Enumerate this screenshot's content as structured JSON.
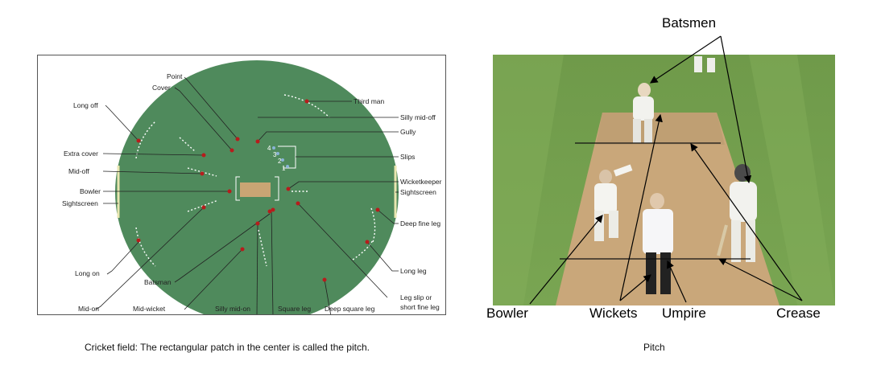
{
  "field_diagram": {
    "positions": {
      "point": "Point",
      "cover": "Cover",
      "long_off": "Long off",
      "third_man": "Third man",
      "silly_mid_off": "Silly mid-off",
      "gully": "Gully",
      "extra_cover": "Extra cover",
      "slips": "Slips",
      "mid_off": "Mid-off",
      "wicketkeeper": "Wicketkeeper",
      "bowler": "Bowler",
      "sightscreen_left": "Sightscreen",
      "sightscreen_right": "Sightscreen",
      "deep_fine_leg": "Deep fine leg",
      "long_on": "Long on",
      "long_leg": "Long leg",
      "batsman": "Batsman",
      "leg_slip_line1": "Leg slip or",
      "leg_slip_line2": "short fine leg",
      "mid_on": "Mid-on",
      "mid_wicket": "Mid-wicket",
      "silly_mid_on": "Silly mid-on",
      "square_leg": "Square leg",
      "deep_square_leg": "Deep square leg"
    },
    "slip_numbers": [
      "4",
      "3",
      "2",
      "1"
    ],
    "colors": {
      "field": "#4f8a5c",
      "pitch": "#c9a574",
      "marker": "#b71c1c",
      "sightscreen": "#e8e6b0"
    }
  },
  "photo_labels": {
    "batsmen": "Batsmen",
    "bowler": "Bowler",
    "wickets": "Wickets",
    "umpire": "Umpire",
    "crease": "Crease"
  },
  "captions": {
    "left": "Cricket field: The rectangular patch in the center is called the pitch.",
    "right": "Pitch"
  }
}
